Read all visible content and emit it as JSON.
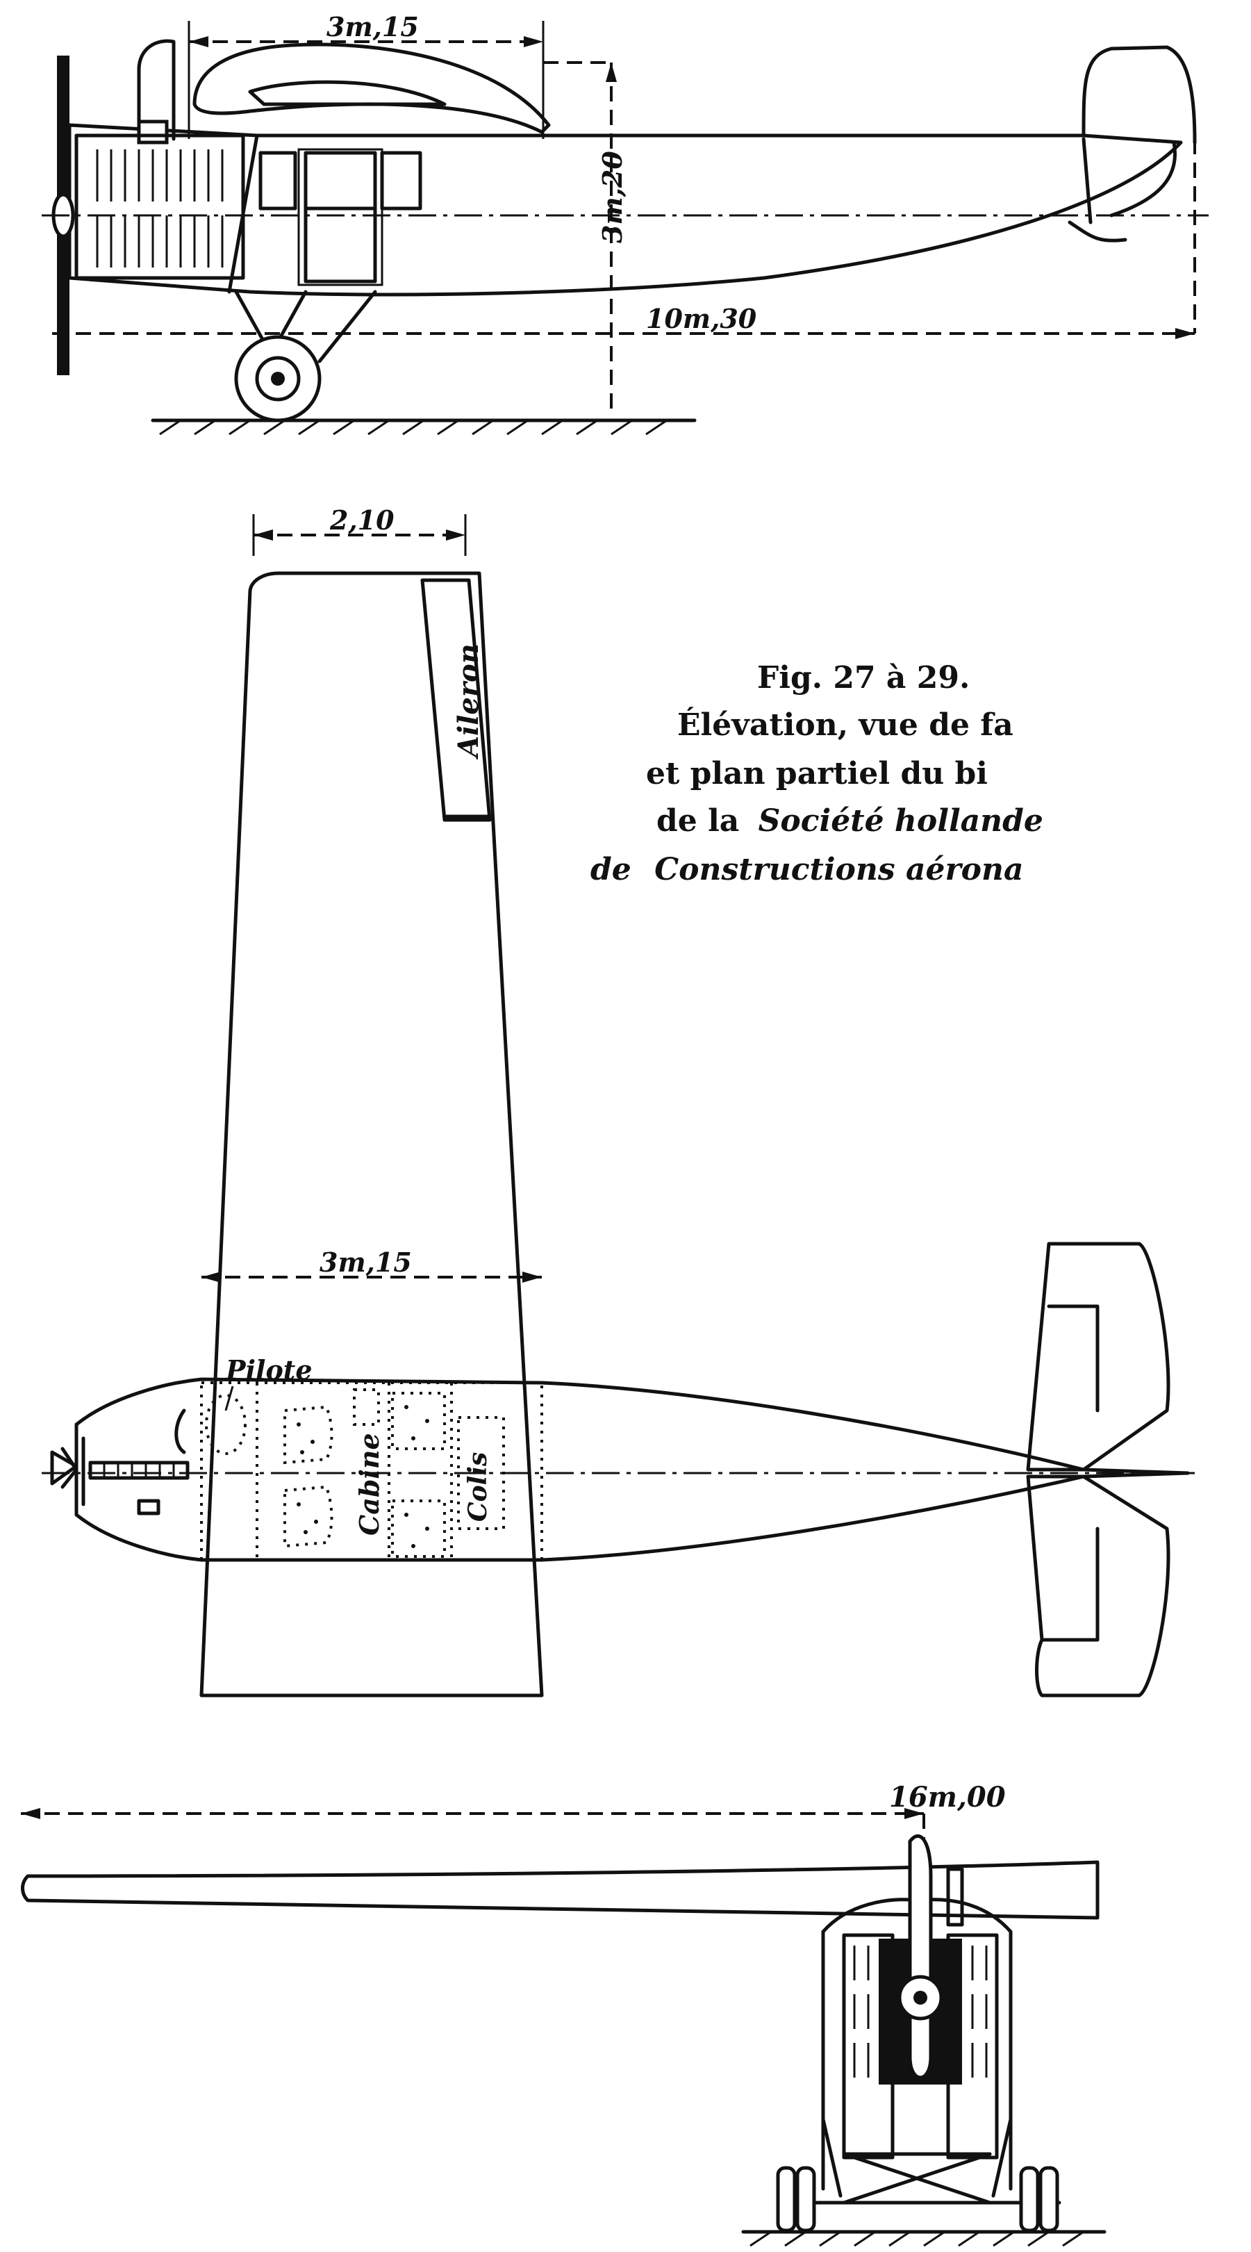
{
  "figure": {
    "caption_lines": [
      "Fig. 27 à 29.",
      "Élévation, vue de fa",
      "et plan partiel du bi",
      "de la",
      "Société hollande",
      "de",
      "Constructions aérona"
    ]
  },
  "elevation": {
    "dim_chord": "3m,15",
    "dim_height": "3m,20",
    "dim_length": "10m,30"
  },
  "plan": {
    "dim_tip_chord": "2,10",
    "dim_root_chord": "3m,15",
    "label_aileron": "Aileron",
    "label_pilote": "Pilote",
    "label_cabine": "Cabine",
    "label_colis": "Colis"
  },
  "front": {
    "dim_span": "16m,00"
  }
}
